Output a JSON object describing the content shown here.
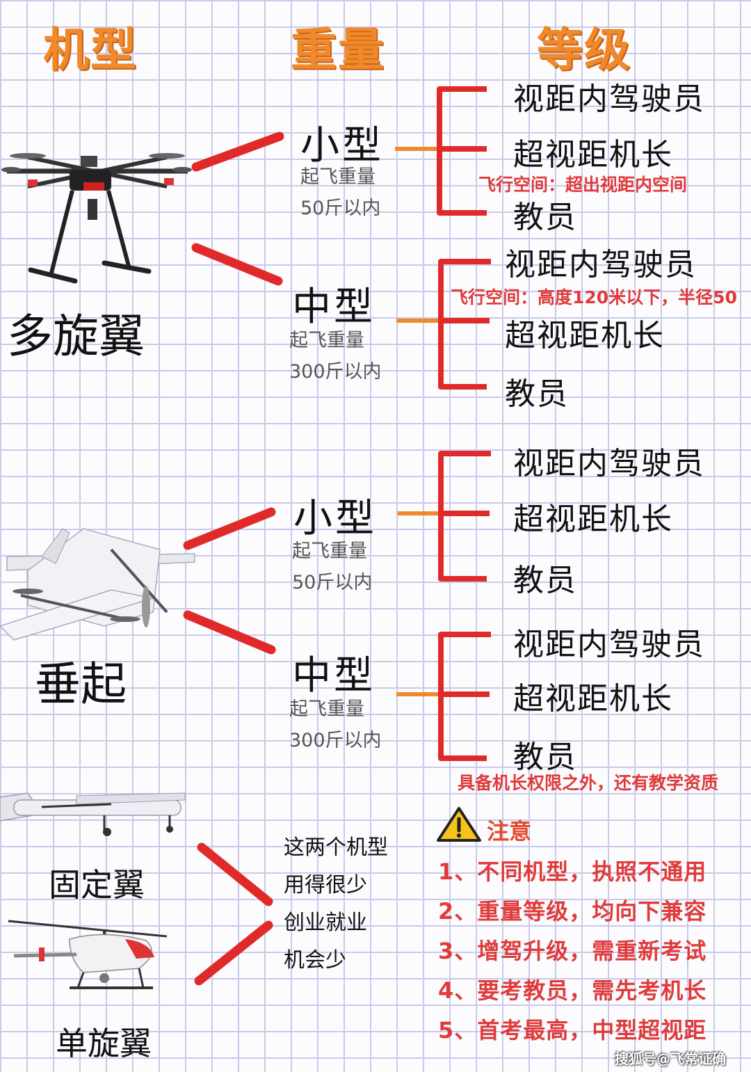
{
  "headers": {
    "model": "机型",
    "weight": "重量",
    "level": "等级"
  },
  "groups": {
    "multirotor": {
      "name": "多旋翼",
      "image_icon": "multirotor-drone-icon",
      "small": {
        "name": "小型",
        "weight_label": "起飞重量",
        "weight_value": "50斤以内",
        "levels": [
          "视距内驾驶员",
          "超视距机长",
          "教员"
        ],
        "note": "飞行空间：超出视距内空间"
      },
      "medium": {
        "name": "中型",
        "weight_label": "起飞重量",
        "weight_value": "300斤以内",
        "levels": [
          "视距内驾驶员",
          "超视距机长",
          "教员"
        ],
        "note": "飞行空间：高度120米以下，半径50"
      }
    },
    "vtol": {
      "name": "垂起",
      "image_icon": "vtol-aircraft-icon",
      "small": {
        "name": "小型",
        "weight_label": "起飞重量",
        "weight_value": "50斤以内",
        "levels": [
          "视距内驾驶员",
          "超视距机长",
          "教员"
        ]
      },
      "medium": {
        "name": "中型",
        "weight_label": "起飞重量",
        "weight_value": "300斤以内",
        "levels": [
          "视距内驾驶员",
          "超视距机长",
          "教员"
        ],
        "note": "具备机长权限之外，还有教学资质"
      }
    },
    "others": {
      "fixed_wing": {
        "name": "固定翼",
        "image_icon": "fixed-wing-aircraft-icon"
      },
      "single_rotor": {
        "name": "单旋翼",
        "image_icon": "helicopter-icon"
      },
      "note_lines": [
        "这两个机型",
        "用得很少",
        "创业就业",
        "机会少"
      ]
    }
  },
  "notice": {
    "icon": "warning-icon",
    "title": "注意",
    "items": [
      "1、不同机型，执照不通用",
      "2、重量等级，均向下兼容",
      "3、增驾升级，需重新考试",
      "4、要考教员，需先考机长",
      "5、首考最高，中型超视距"
    ]
  },
  "watermark": "搜狐号@飞常证确",
  "colors": {
    "header": "#f0892a",
    "bracket": "#e02a2a",
    "connector": "#f0892a",
    "note_red": "#e03a3a",
    "grid": "#c9c9ea"
  }
}
